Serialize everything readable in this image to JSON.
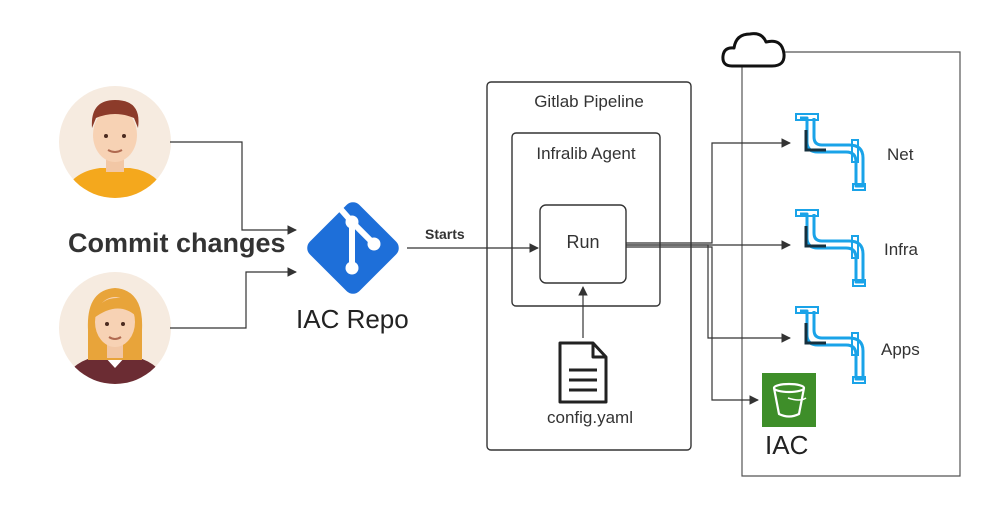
{
  "diagram": {
    "people": [
      {
        "name": "male-user"
      },
      {
        "name": "female-user"
      }
    ],
    "commit_label": "Commit changes",
    "repo_label": "IAC Repo",
    "edge_label": "Starts",
    "pipeline_title": "Gitlab Pipeline",
    "agent_title": "Infralib Agent",
    "run_label": "Run",
    "config_label": "config.yaml",
    "targets": {
      "net": "Net",
      "infra": "Infra",
      "apps": "Apps",
      "iac": "IAC"
    },
    "icons": [
      "user-avatar-icon",
      "git-logo-icon",
      "document-icon",
      "cloud-icon",
      "pipe-icon",
      "s3-bucket-icon"
    ],
    "colors": {
      "git": "#1e6fd9",
      "pipe": "#1aa3e8",
      "bucket": "#3e8e29",
      "avatar_bg": "#f6ebe0",
      "shirt_male": "#f4a81d",
      "hair_female": "#e8a43a"
    }
  }
}
